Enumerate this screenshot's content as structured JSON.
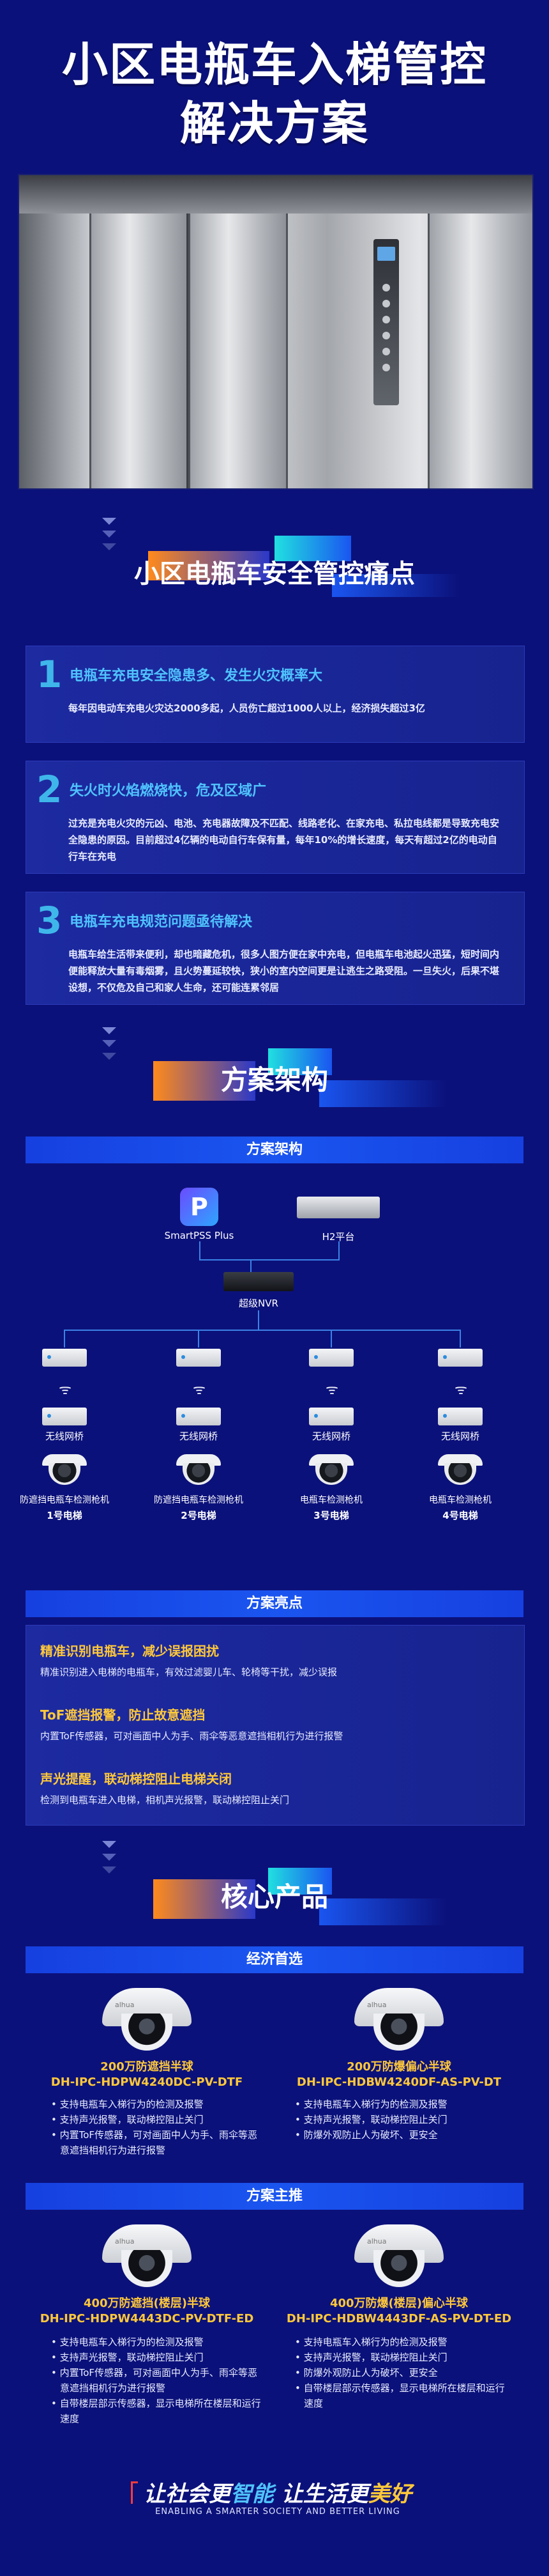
{
  "hero": {
    "title_line1": "小区电瓶车入梯管控",
    "title_line2": "解决方案"
  },
  "pain_section": {
    "heading": "小区电瓶车安全管控痛点",
    "items": [
      {
        "num": "1",
        "title": "电瓶车充电安全隐患多、发生火灾概率大",
        "text": "每年因电动车充电火灾达2000多起，人员伤亡超过1000人以上，经济损失超过3亿"
      },
      {
        "num": "2",
        "title": "失火时火焰燃烧快，危及区域广",
        "text": "过充是充电火灾的元凶、电池、充电器故障及不匹配、线路老化、在家充电、私拉电线都是导致充电安全隐患的原因。目前超过4亿辆的电动自行车保有量，每年10%的增长速度，每天有超过2亿的电动自行车在充电"
      },
      {
        "num": "3",
        "title": "电瓶车充电规范问题亟待解决",
        "text": "电瓶车给生活带来便利，却也暗藏危机，很多人图方便在家中充电，但电瓶车电池起火迅猛，短时间内便能释放大量有毒烟雾，且火势蔓延较快，狭小的室内空间更是让逃生之路受阻。一旦失火，后果不堪设想，不仅危及自己和家人生命，还可能连累邻居"
      }
    ]
  },
  "arch_section": {
    "heading": "方案架构",
    "bar_label": "方案架构",
    "smartpss_label": "SmartPSS Plus",
    "h2_label": "H2平台",
    "nvr_label": "超级NVR",
    "bridge_label": "无线网桥",
    "cameras": [
      {
        "desc": "防遮挡电瓶车检测枪机",
        "elevator": "1号电梯"
      },
      {
        "desc": "防遮挡电瓶车检测枪机",
        "elevator": "2号电梯"
      },
      {
        "desc": "电瓶车检测枪机",
        "elevator": "3号电梯"
      },
      {
        "desc": "电瓶车检测枪机",
        "elevator": "4号电梯"
      }
    ]
  },
  "highlights": {
    "bar_label": "方案亮点",
    "items": [
      {
        "title": "精准识别电瓶车，减少误报困扰",
        "text": "精准识别进入电梯的电瓶车，有效过滤婴儿车、轮椅等干扰，减少误报"
      },
      {
        "title": "ToF遮挡报警，防止故意遮挡",
        "text": "内置ToF传感器，可对画面中人为手、雨伞等恶意遮挡相机行为进行报警"
      },
      {
        "title": "声光提醒，联动梯控阻止电梯关闭",
        "text": "检测到电瓶车进入电梯，相机声光报警，联动梯控阻止关门"
      }
    ]
  },
  "products": {
    "heading": "核心产品",
    "economy_label": "经济首选",
    "main_label": "方案主推",
    "economy": [
      {
        "brand": "alhua",
        "name_line1": "200万防遮挡半球",
        "name_line2": "DH-IPC-HDPW4240DC-PV-DTF",
        "features": [
          "支持电瓶车入梯行为的检测及报警",
          "支持声光报警，联动梯控阻止关门",
          "内置ToF传感器，可对画面中人为手、雨伞等恶意遮挡相机行为进行报警"
        ]
      },
      {
        "brand": "alhua",
        "name_line1": "200万防爆偏心半球",
        "name_line2": "DH-IPC-HDBW4240DF-AS-PV-DT",
        "features": [
          "支持电瓶车入梯行为的检测及报警",
          "支持声光报警，联动梯控阻止关门",
          "防爆外观防止人为破坏、更安全"
        ]
      }
    ],
    "main": [
      {
        "brand": "alhua",
        "name_line1": "400万防遮挡(楼层)半球",
        "name_line2": "DH-IPC-HDPW4443DC-PV-DTF-ED",
        "features": [
          "支持电瓶车入梯行为的检测及报警",
          "支持声光报警，联动梯控阻止关门",
          "内置ToF传感器，可对画面中人为手、雨伞等恶意遮挡相机行为进行报警",
          "自带楼层部示传感器，显示电梯所在楼层和运行速度"
        ]
      },
      {
        "brand": "alhua",
        "name_line1": "400万防爆(楼层)偏心半球",
        "name_line2": "DH-IPC-HDBW4443DF-AS-PV-DT-ED",
        "features": [
          "支持电瓶车入梯行为的检测及报警",
          "支持声光报警，联动梯控阻止关门",
          "防爆外观防止人为破坏、更安全",
          "自带楼层部示传感器，显示电梯所在楼层和运行速度"
        ]
      }
    ]
  },
  "slogan": {
    "part1": "让社会更",
    "highlight1": "智能",
    "part2": " 让生活更",
    "highlight2": "美好",
    "english": "ENABLING A SMARTER SOCIETY AND BETTER LIVING"
  },
  "colors": {
    "background": "#0b117a",
    "accent_blue": "#1a55f0",
    "accent_cyan": "#3fb6ea",
    "accent_yellow": "#ffc83a",
    "accent_orange": "#ff8a1c"
  }
}
